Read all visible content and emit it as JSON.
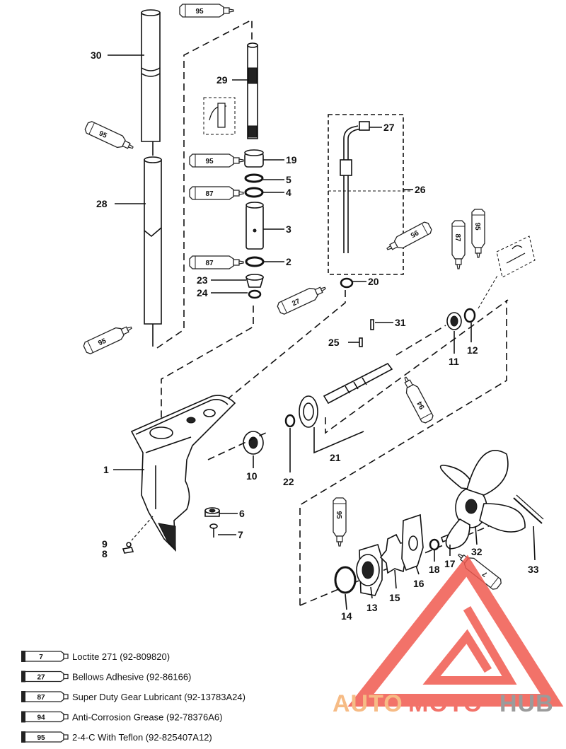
{
  "callouts": {
    "p1": "1",
    "p2": "2",
    "p3": "3",
    "p4": "4",
    "p5": "5",
    "p6": "6",
    "p7": "7",
    "p8": "8",
    "p9": "9",
    "p10": "10",
    "p11": "11",
    "p12": "12",
    "p13": "13",
    "p14": "14",
    "p15": "15",
    "p16": "16",
    "p17": "17",
    "p18": "18",
    "p19": "19",
    "p20": "20",
    "p21": "21",
    "p22": "22",
    "p23": "23",
    "p24": "24",
    "p25": "25",
    "p26": "26",
    "p27": "27",
    "p28": "28",
    "p29": "29",
    "p30": "30",
    "p31": "31",
    "p32": "32",
    "p33": "33"
  },
  "tubes": {
    "t30": "95",
    "t28top": "95",
    "t28bot": "95",
    "t19": "95",
    "t4": "87",
    "t2": "87",
    "t20": "27",
    "t26": "95",
    "t11": "87",
    "t12": "95",
    "t21": "94",
    "t13": "95",
    "t17": "7"
  },
  "legend": [
    {
      "code": "7",
      "text": "Loctite 271 (92-809820)"
    },
    {
      "code": "27",
      "text": "Bellows Adhesive (92-86166)"
    },
    {
      "code": "87",
      "text": "Super Duty Gear Lubricant (92-13783A24)"
    },
    {
      "code": "94",
      "text": "Anti-Corrosion Grease (92-78376A6)"
    },
    {
      "code": "95",
      "text": "2-4-C  With Teflon (92-825407A12)"
    }
  ],
  "watermark": {
    "part1": "AUTO",
    "part2": "MOTO",
    "part3": "HUB",
    "color_red": "#f05a50",
    "color_orange": "#f5b070",
    "color_gray": "#8a8a8a"
  }
}
